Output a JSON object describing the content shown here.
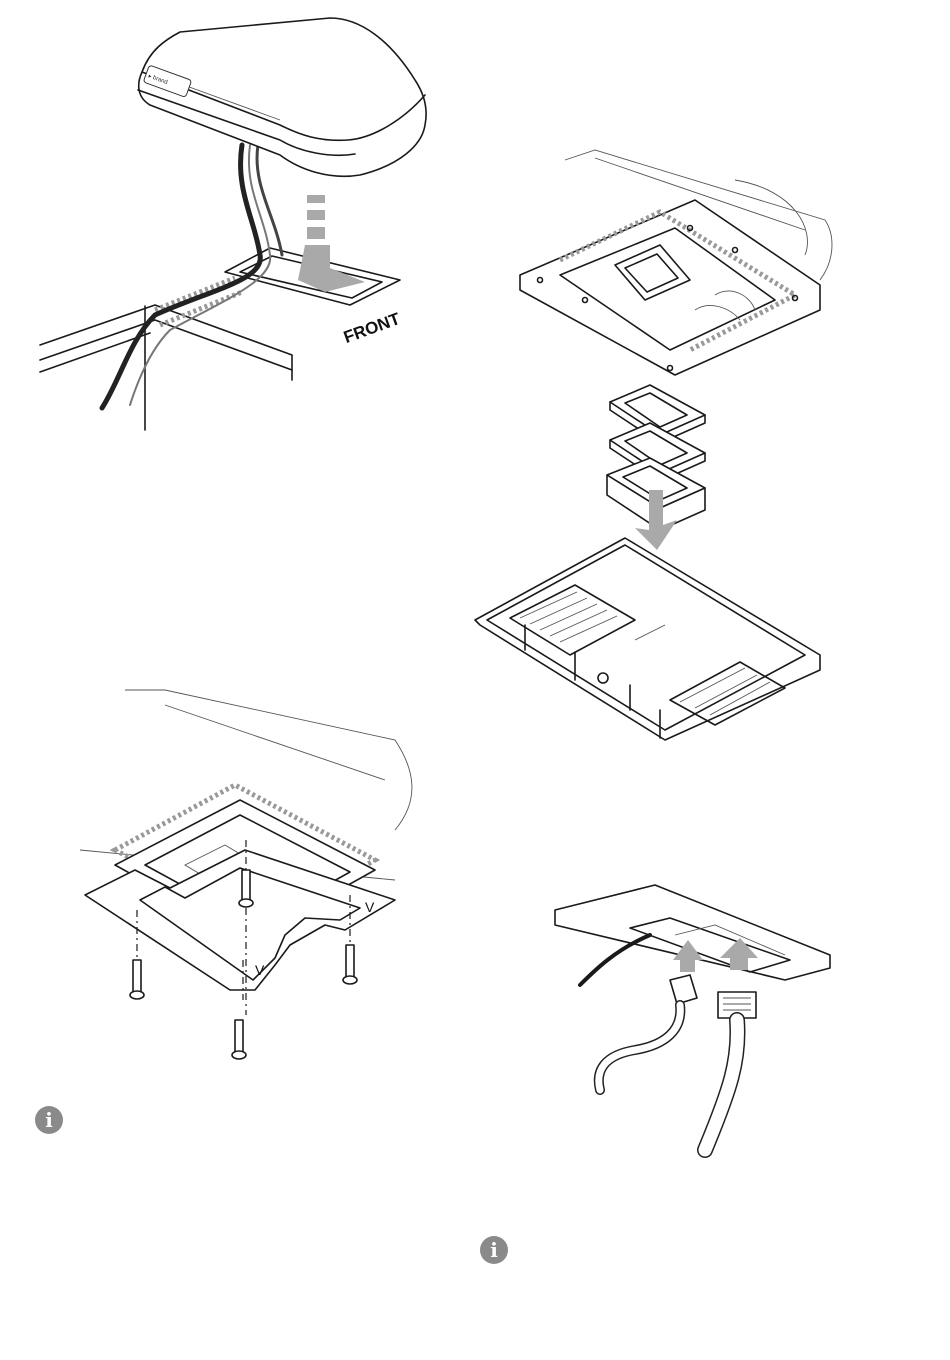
{
  "figures": {
    "mount": {
      "front_label": "FRONT",
      "brand_logo": "brand-logo"
    },
    "plates": {
      "plate_marks": [
        "V",
        "V"
      ]
    }
  },
  "icons": {
    "info_icon_glyph": "i"
  }
}
